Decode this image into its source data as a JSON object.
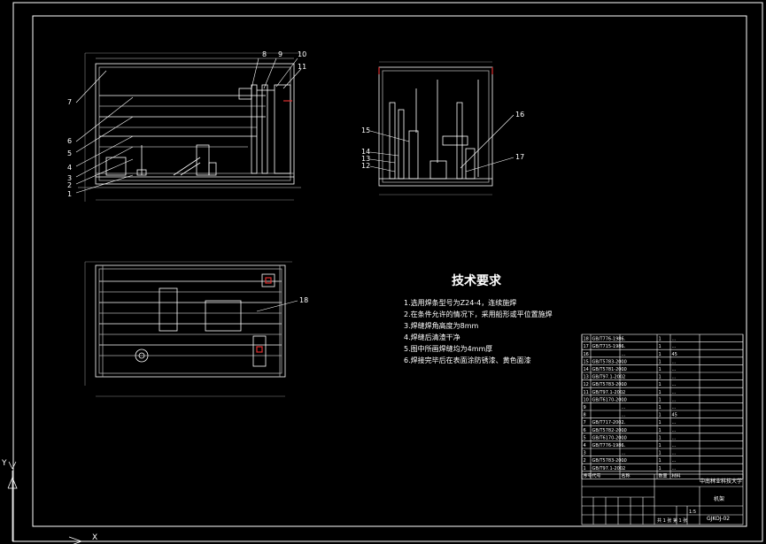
{
  "drawing": {
    "balloons_front": [
      "1",
      "2",
      "3",
      "4",
      "5",
      "6",
      "7",
      "8",
      "9",
      "10",
      "11"
    ],
    "balloons_side": [
      "12",
      "13",
      "14",
      "15",
      "16",
      "17"
    ],
    "balloon_top": "18",
    "tech_title": "技术要求",
    "tech_notes": [
      "1.选用焊条型号为Z24-4，连续施焊",
      "2.在条件允许的情况下，采用船形或平位置施焊",
      "3.焊缝焊角高度为8mm",
      "4.焊缝后清渣干净",
      "5.图中所画焊缝均为4mm厚",
      "6.焊接完毕后在表面涂防锈漆、黄色面漆"
    ],
    "bom_rows": [
      {
        "no": "18",
        "code": "GB/T776-1986",
        "name": "...",
        "qty": "1",
        "mat": "..."
      },
      {
        "no": "17",
        "code": "GB/T715-1986",
        "name": "...",
        "qty": "1",
        "mat": "..."
      },
      {
        "no": "16",
        "code": "",
        "name": "...",
        "qty": "1",
        "mat": "45"
      },
      {
        "no": "15",
        "code": "GB/T5783-2000",
        "name": "...",
        "qty": "1",
        "mat": "..."
      },
      {
        "no": "14",
        "code": "GB/T5781-2000",
        "name": "...",
        "qty": "1",
        "mat": "..."
      },
      {
        "no": "13",
        "code": "GB/T97.1-2002",
        "name": "...",
        "qty": "1",
        "mat": "..."
      },
      {
        "no": "12",
        "code": "GB/T5783-2000",
        "name": "...",
        "qty": "1",
        "mat": "..."
      },
      {
        "no": "11",
        "code": "GB/T97.1-2002",
        "name": "...",
        "qty": "1",
        "mat": "..."
      },
      {
        "no": "10",
        "code": "GB/T6170-2000",
        "name": "...",
        "qty": "1",
        "mat": "..."
      },
      {
        "no": "9",
        "code": "",
        "name": "...",
        "qty": "1",
        "mat": "..."
      },
      {
        "no": "8",
        "code": "",
        "name": "...",
        "qty": "1",
        "mat": "45"
      },
      {
        "no": "7",
        "code": "GB/T717-2002",
        "name": "...",
        "qty": "1",
        "mat": "..."
      },
      {
        "no": "6",
        "code": "GB/T5782-2000",
        "name": "...",
        "qty": "1",
        "mat": "..."
      },
      {
        "no": "5",
        "code": "GB/T6170-2000",
        "name": "...",
        "qty": "1",
        "mat": "..."
      },
      {
        "no": "4",
        "code": "GB/T776-1986",
        "name": "...",
        "qty": "1",
        "mat": "..."
      },
      {
        "no": "3",
        "code": "",
        "name": "...",
        "qty": "1",
        "mat": "..."
      },
      {
        "no": "2",
        "code": "GB/T5783-2000",
        "name": "...",
        "qty": "1",
        "mat": "..."
      },
      {
        "no": "1",
        "code": "GB/T97.1-2002",
        "name": "...",
        "qty": "1",
        "mat": "..."
      }
    ],
    "bom_header": {
      "no": "序号",
      "code": "代号",
      "name": "名称",
      "qty": "数量",
      "mat": "材料"
    },
    "title_block": {
      "school": "中南林业科技大学",
      "part_name": "机架",
      "drawing_no": "GJKOJ-02",
      "scale": "1:5",
      "sheet_label": "共 1 张 第 1 张"
    },
    "axis_labels": {
      "y": "Y",
      "x": "X"
    }
  }
}
